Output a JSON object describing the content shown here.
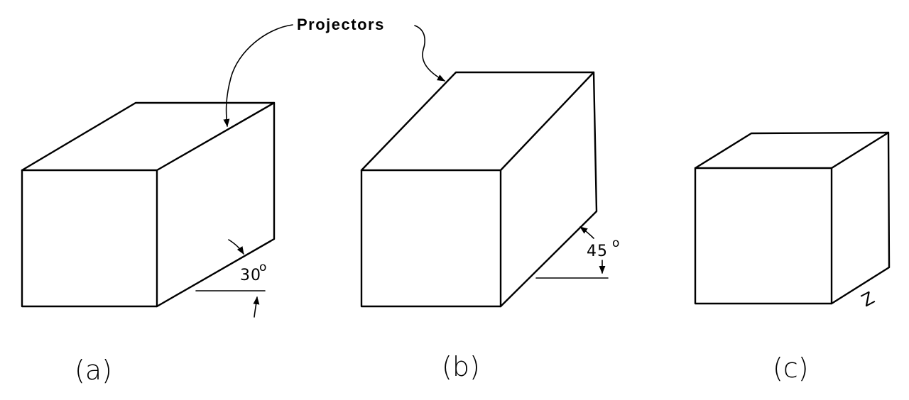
{
  "diagram": {
    "projectors_label": "Projectors",
    "figures": [
      {
        "caption": "(a)",
        "angle": "30",
        "degree_mark": "o"
      },
      {
        "caption": "(b)",
        "angle": "45",
        "degree_mark": "o"
      },
      {
        "caption": "(c)",
        "mark": "Z"
      }
    ]
  }
}
